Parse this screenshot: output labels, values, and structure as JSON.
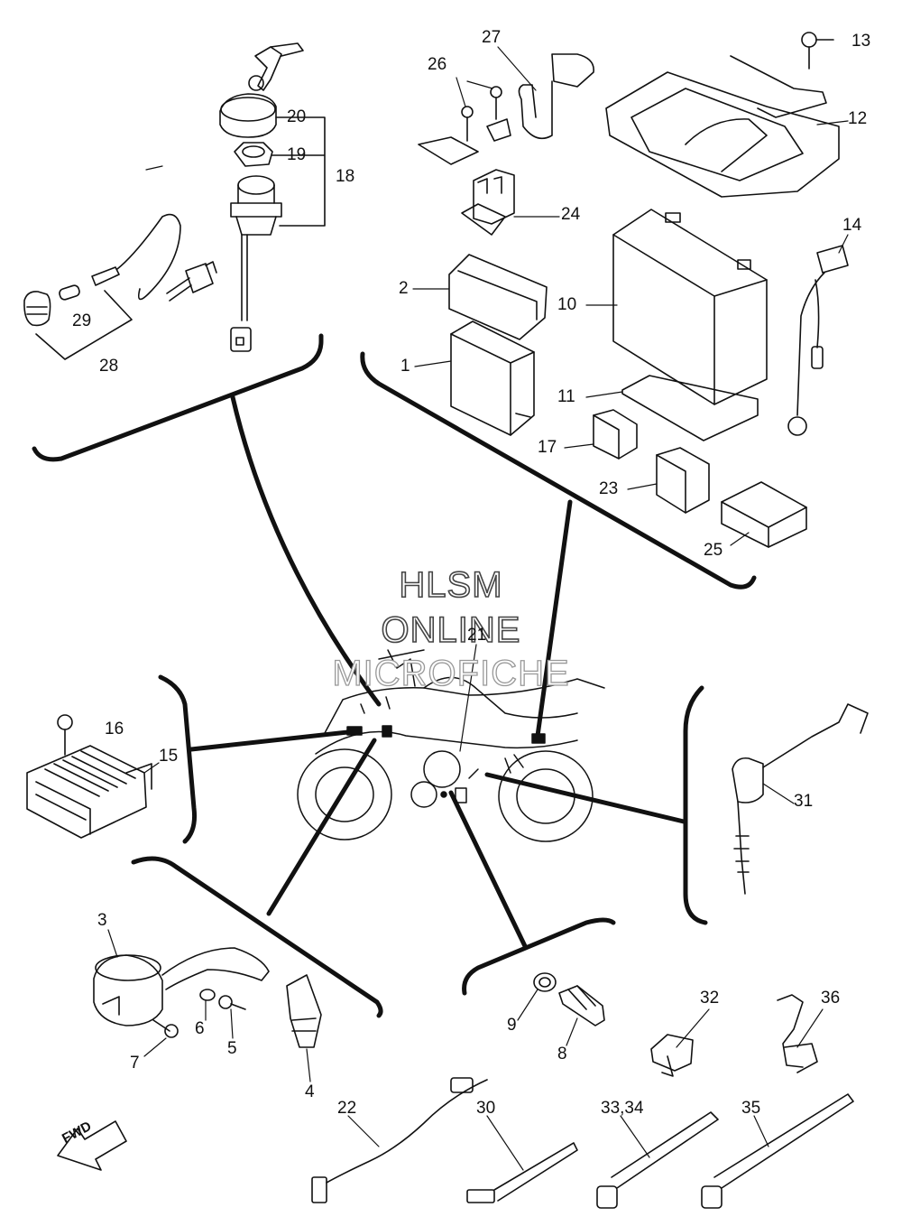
{
  "watermark": {
    "line1": "HLSM",
    "line2": "ONLINE",
    "line3": "MICROFICHE"
  },
  "direction_label": "FWD",
  "callouts": [
    "1",
    "2",
    "3",
    "4",
    "5",
    "6",
    "7",
    "8",
    "9",
    "10",
    "11",
    "12",
    "13",
    "14",
    "15",
    "16",
    "17",
    "18",
    "19",
    "20",
    "21",
    "22",
    "23",
    "24",
    "25",
    "26",
    "27",
    "28",
    "29",
    "30",
    "31",
    "32",
    "33,34",
    "35",
    "36"
  ]
}
